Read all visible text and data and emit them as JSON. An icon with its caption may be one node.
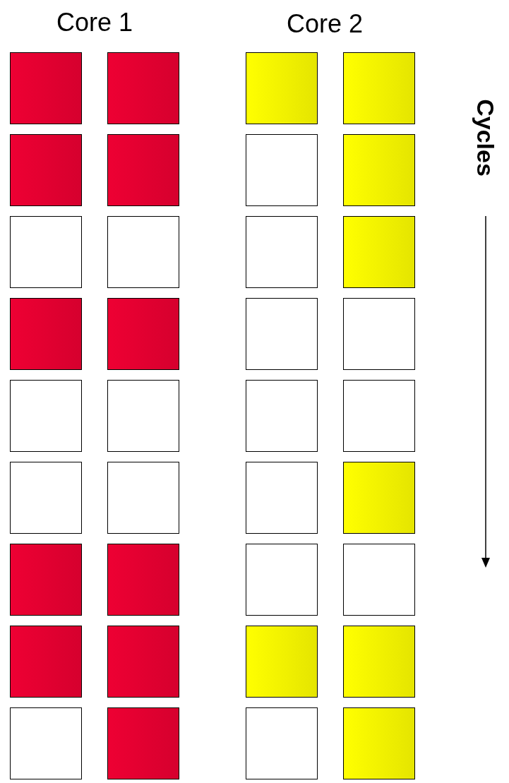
{
  "diagram": {
    "nodes": [
      {
        "text": [],
        "shape": "box"
      },
      {
        "text": [],
        "shape": "box"
      },
      {
        "text": [],
        "shape": "box"
      },
      {
        "text": [],
        "shape": "box"
      },
      {
        "text": [],
        "shape": "box"
      },
      {
        "text": [],
        "shape": "box"
      },
      {
        "text": [],
        "shape": "box"
      },
      {
        "text": [],
        "shape": "box"
      },
      {
        "text": [],
        "shape": "box"
      },
      {
        "text": [],
        "shape": "box"
      },
      {
        "text": [],
        "shape": "box"
      },
      {
        "text": [],
        "shape": "box"
      },
      {
        "text": [],
        "shape": "box"
      },
      {
        "text": [],
        "shape": "box"
      },
      {
        "text": [],
        "shape": "box"
      },
      {
        "text": [],
        "shape": "box"
      },
      {
        "text": [],
        "shape": "box"
      },
      {
        "text": [],
        "shape": "box"
      },
      {
        "text": [],
        "shape": "box"
      },
      {
        "text": [],
        "shape": "box"
      },
      {
        "text": [],
        "shape": "box"
      },
      {
        "text": [],
        "shape": "box"
      },
      {
        "text": [],
        "shape": "box"
      },
      {
        "text": [],
        "shape": "box"
      },
      {
        "text": [],
        "shape": "box"
      },
      {
        "text": [],
        "shape": "box"
      },
      {
        "text": [],
        "shape": "box"
      },
      {
        "text": [],
        "shape": "box"
      },
      {
        "text": [],
        "shape": "box"
      },
      {
        "text": [],
        "shape": "box"
      },
      {
        "text": [],
        "shape": "box"
      },
      {
        "text": [],
        "shape": "box"
      },
      {
        "text": [],
        "shape": "box"
      },
      {
        "text": [],
        "shape": "box"
      },
      {
        "text": [],
        "shape": "box"
      },
      {
        "text": [],
        "shape": "box"
      }
    ],
    "labels": [
      "Core 1",
      "Core 2",
      "Cycles"
    ]
  }
}
